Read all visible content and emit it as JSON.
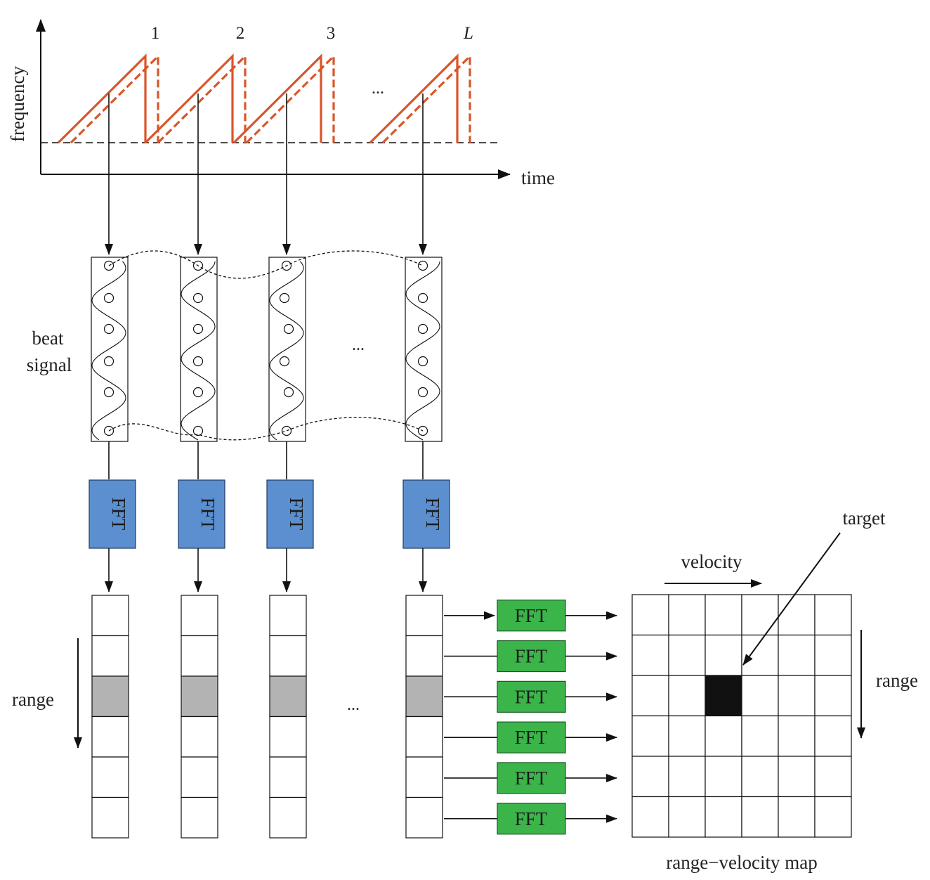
{
  "chirp_plot": {
    "y_axis_label": "frequency",
    "x_axis_label": "time",
    "chirp_labels": [
      "1",
      "2",
      "3",
      "L"
    ],
    "ellipsis": "...",
    "tx_color": "#d9552a",
    "rx_color": "#d9552a"
  },
  "beat_signal": {
    "label_line1": "beat",
    "label_line2": "signal",
    "ellipsis": "..."
  },
  "range_fft": {
    "label": "FFT",
    "color": "#5b8fcf"
  },
  "range_bins": {
    "label": "range",
    "ellipsis": "...",
    "highlight_color": "#b3b3b3"
  },
  "doppler_fft": {
    "label": "FFT",
    "color": "#3bb54a"
  },
  "rv_map": {
    "velocity_label": "velocity",
    "range_label": "range",
    "target_label": "target",
    "caption": "range−velocity map",
    "target_color": "#111111"
  }
}
